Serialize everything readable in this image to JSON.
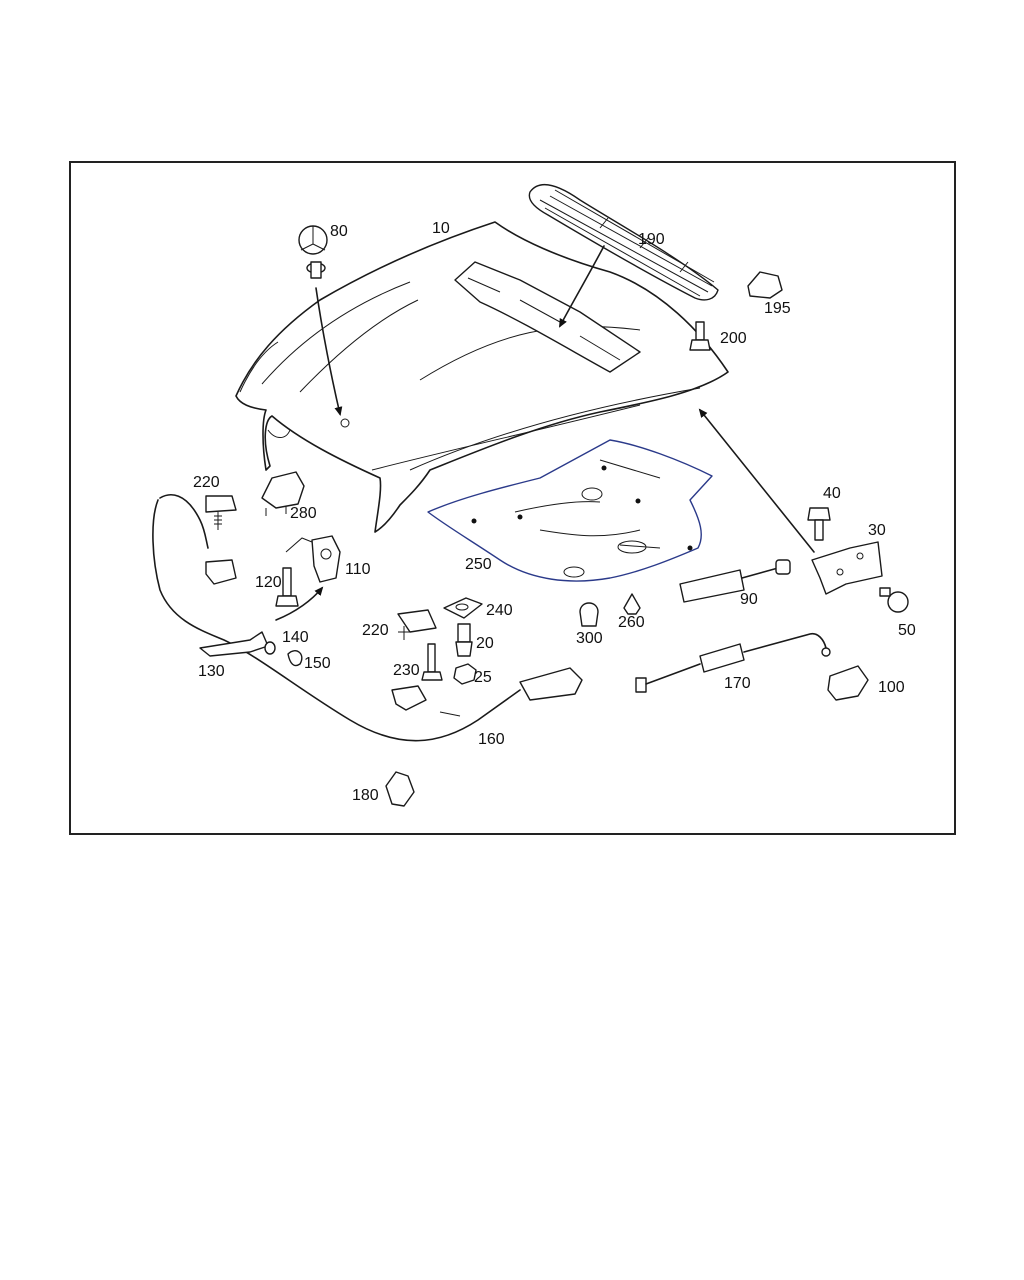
{
  "diagram": {
    "labels": {
      "p10": "10",
      "p20": "20",
      "p25": "25",
      "p30": "30",
      "p40": "40",
      "p50": "50",
      "p80": "80",
      "p90": "90",
      "p100": "100",
      "p110": "110",
      "p120": "120",
      "p130": "130",
      "p140": "140",
      "p150": "150",
      "p160": "160",
      "p170": "170",
      "p180": "180",
      "p190": "190",
      "p195": "195",
      "p200": "200",
      "p220a": "220",
      "p220b": "220",
      "p230": "230",
      "p240": "240",
      "p250": "250",
      "p260": "260",
      "p280": "280",
      "p300": "300"
    }
  }
}
